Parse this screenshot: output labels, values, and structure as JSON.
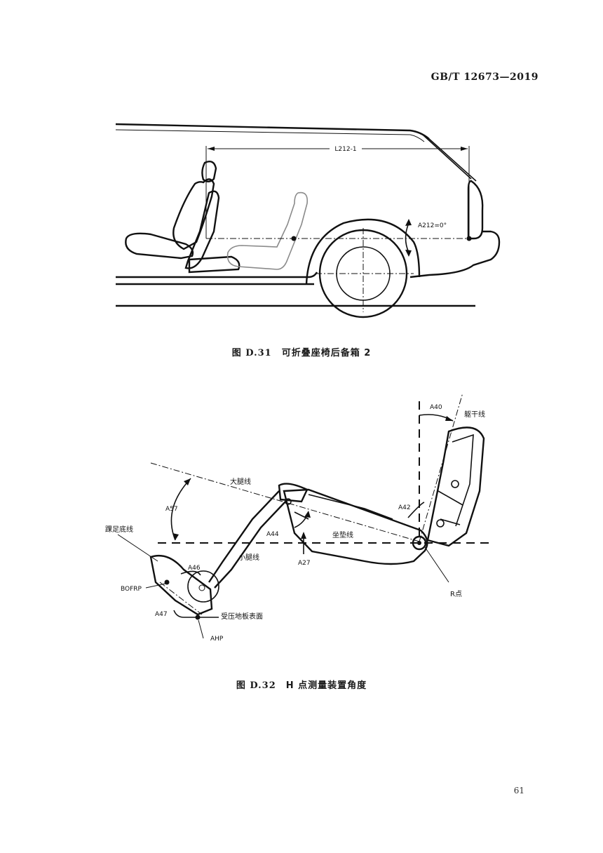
{
  "header": {
    "standard_code": "GB/T 12673—2019"
  },
  "figure_d31": {
    "number": "图 D.31",
    "title": "可折叠座椅后备箱 2",
    "labels": {
      "length": "L212-1",
      "angle": "A212=0°"
    }
  },
  "figure_d32": {
    "number": "图 D.32",
    "title": "H 点测量装置角度",
    "labels": {
      "a40": "A40",
      "torso_line": "躯干线",
      "thigh_line": "大腿线",
      "a57": "A57",
      "a42": "A42",
      "a44": "A44",
      "seat_line": "坐垫线",
      "a27": "A27",
      "ankle_line": "踝足底线",
      "a46": "A46",
      "shin_line": "小腿线",
      "bofrp": "BOFRP",
      "a47": "A47",
      "floor_surface": "受压地板表面",
      "ahp": "AHP",
      "r_point": "R点"
    }
  },
  "footer": {
    "page_number": "61"
  }
}
